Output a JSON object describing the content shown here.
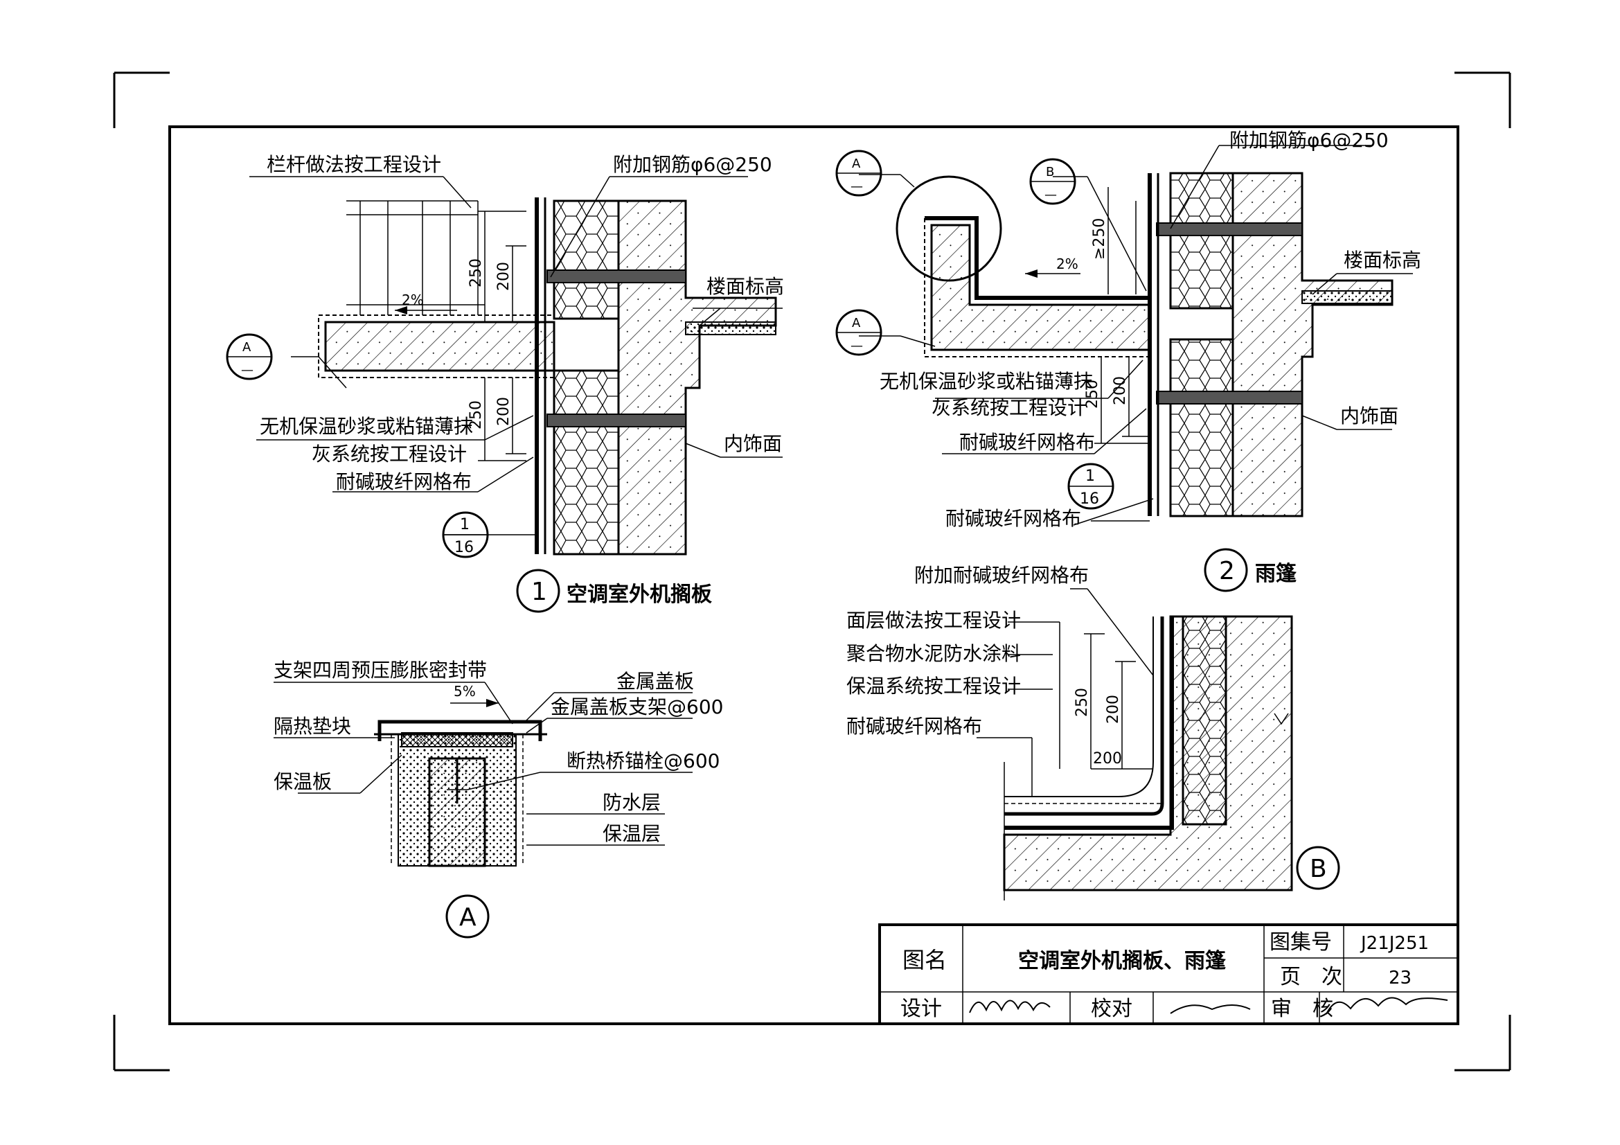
{
  "detail1": {
    "labels": {
      "railing": "栏杆做法按工程设计",
      "rebar": "附加钢筋φ6@250",
      "floor_level": "楼面标高",
      "mortar_1": "无机保温砂浆或粘锚薄抹",
      "mortar_2": "灰系统按工程设计",
      "mesh": "耐碱玻纤网格布",
      "interior": "内饰面",
      "slope": "2%"
    },
    "dims": {
      "d250a": "250",
      "d200a": "200",
      "d250b": "250",
      "d200b": "200"
    },
    "ref_a": {
      "top": "A",
      "bottom": "—"
    },
    "ref_116": {
      "top": "1",
      "bottom": "16"
    },
    "caption_num": "1",
    "caption": "空调室外机搁板"
  },
  "detail2": {
    "labels": {
      "rebar": "附加钢筋φ6@250",
      "floor_level": "楼面标高",
      "mortar_1": "无机保温砂浆或粘锚薄抹",
      "mortar_2": "灰系统按工程设计",
      "mesh_1": "耐碱玻纤网格布",
      "interior": "内饰面",
      "mesh_2": "耐碱玻纤网格布",
      "slope": "2%"
    },
    "dims": {
      "d250top": "≥250",
      "d250": "250",
      "d200": "200"
    },
    "ref_a1": {
      "top": "A",
      "bottom": "—"
    },
    "ref_a2": {
      "top": "A",
      "bottom": "—"
    },
    "ref_b": {
      "top": "B",
      "bottom": "—"
    },
    "ref_116": {
      "top": "1",
      "bottom": "16"
    },
    "caption_num": "2",
    "caption": "雨篷"
  },
  "detailA": {
    "labels": {
      "seal": "支架四周预压膨胀密封带",
      "cover": "金属盖板",
      "bracket": "金属盖板支架@600",
      "block": "隔热垫块",
      "board": "保温板",
      "anchor": "断热桥锚栓@600",
      "waterproof": "防水层",
      "insulation": "保温层",
      "slope": "5%"
    },
    "caption_num": "A"
  },
  "detailB": {
    "labels": {
      "extra_mesh": "附加耐碱玻纤网格布",
      "surface": "面层做法按工程设计",
      "coating": "聚合物水泥防水涂料",
      "system": "保温系统按工程设计",
      "mesh": "耐碱玻纤网格布"
    },
    "dims": {
      "d250": "250",
      "d200v": "200",
      "d200h": "200"
    },
    "caption_num": "B"
  },
  "title_block": {
    "name_label": "图名",
    "name_value": "空调室外机搁板、雨篷",
    "atlas_label": "图集号",
    "atlas_value": "J21J251",
    "page_label": "页　次",
    "page_value": "23",
    "design_label": "设计",
    "check_label": "校对",
    "review_label": "审　核"
  }
}
